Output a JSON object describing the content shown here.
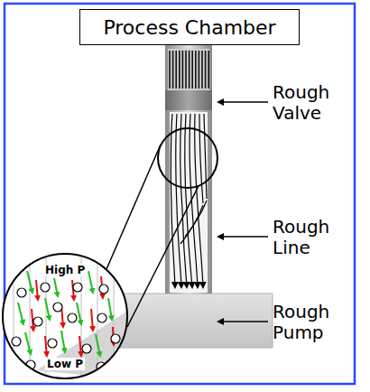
{
  "diagram": {
    "nodes": [
      {
        "text": [
          "Process Chamber"
        ]
      },
      {
        "text": [
          "High P",
          "Low P"
        ]
      }
    ],
    "labels": [
      "Rough Valve",
      "Rough Line",
      "Rough Pump"
    ]
  }
}
